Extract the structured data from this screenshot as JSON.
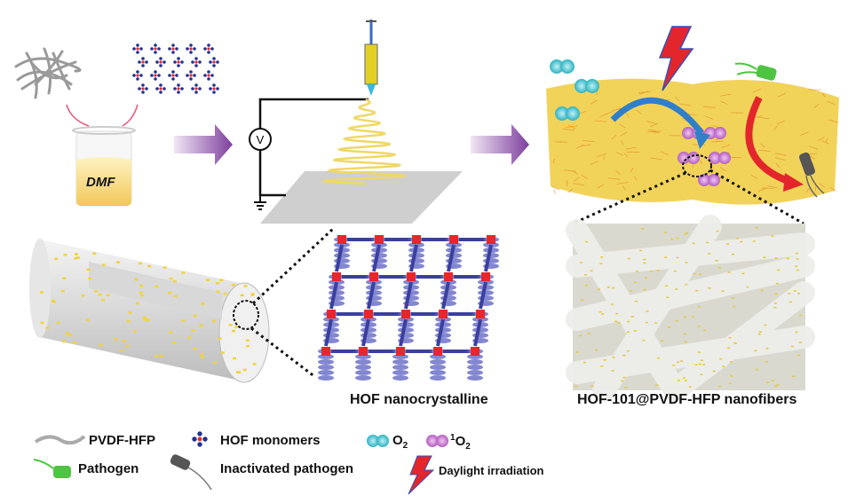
{
  "beaker_label": "DMF",
  "captions": {
    "hof": "HOF nanocrystalline",
    "nanofibers": "HOF-101@PVDF-HFP nanofibers"
  },
  "legend": {
    "pvdf": "PVDF-HFP",
    "monomers": "HOF monomers",
    "o2_base": "O",
    "o2_sub": "2",
    "singlet_sup": "1",
    "singlet_base": "O",
    "singlet_sub": "2",
    "pathogen": "Pathogen",
    "inactivated": "Inactivated pathogen",
    "daylight": "Daylight irradiation"
  },
  "colors": {
    "arrow": "#8a4fa8",
    "membrane": "#f2d35a",
    "o2": "#4cc3cf",
    "singlet": "#c77ad0",
    "node": "#e8262b",
    "pillar": "#4a4fb0"
  }
}
